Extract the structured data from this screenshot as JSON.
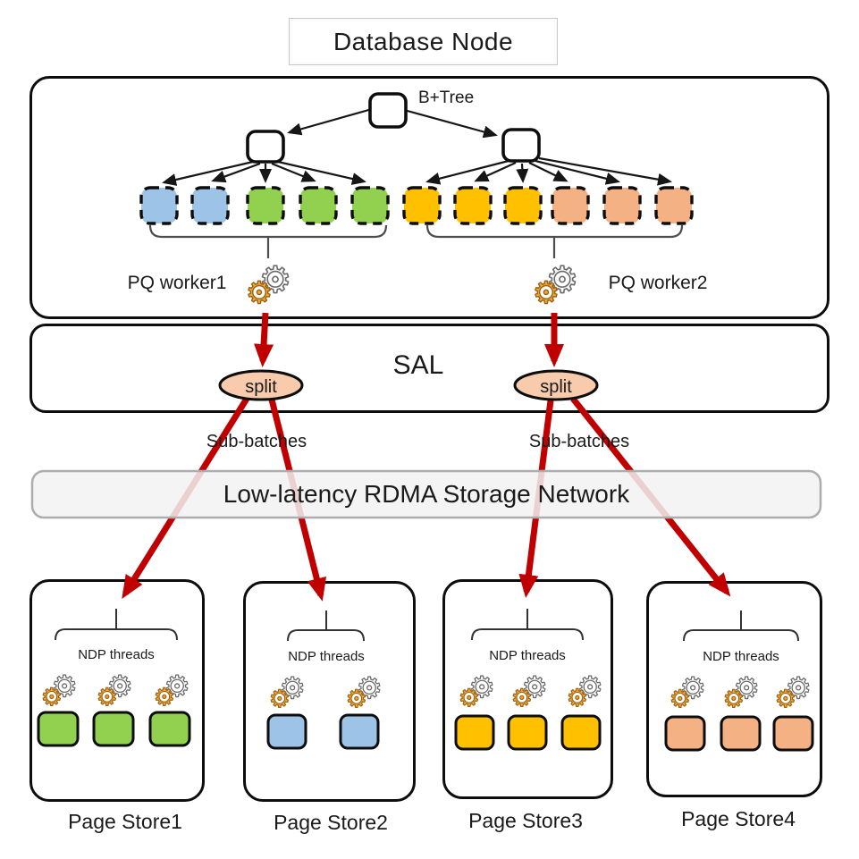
{
  "header": {
    "title": "Database Node"
  },
  "tree": {
    "label": "B+Tree",
    "leaf_colors": [
      "#9DC3E6",
      "#9DC3E6",
      "#92D050",
      "#92D050",
      "#92D050",
      "#FFC000",
      "#FFC000",
      "#FFC000",
      "#F4B183",
      "#F4B183",
      "#F4B183"
    ]
  },
  "workers": [
    {
      "label": "PQ worker1"
    },
    {
      "label": "PQ worker2"
    }
  ],
  "sal": {
    "label": "SAL",
    "split_label": "split"
  },
  "sub_batches": [
    {
      "label": "Sub-batches"
    },
    {
      "label": "Sub-batches"
    }
  ],
  "network": {
    "label": "Low-latency RDMA Storage Network"
  },
  "page_stores": [
    {
      "label": "Page Store1",
      "threads_label": "NDP threads",
      "thread_count": 3,
      "page_count": 3,
      "page_color": "#92D050"
    },
    {
      "label": "Page Store2",
      "threads_label": "NDP threads",
      "thread_count": 2,
      "page_count": 2,
      "page_color": "#9DC3E6"
    },
    {
      "label": "Page Store3",
      "threads_label": "NDP threads",
      "thread_count": 3,
      "page_count": 3,
      "page_color": "#FFC000"
    },
    {
      "label": "Page Store4",
      "threads_label": "NDP threads",
      "thread_count": 3,
      "page_count": 3,
      "page_color": "#F4B183"
    }
  ],
  "icons": {
    "gear": "⚙"
  },
  "colors": {
    "leaf_blue": "#9DC3E6",
    "leaf_green": "#92D050",
    "leaf_yellow": "#FFC000",
    "leaf_salmon": "#F4B183",
    "split_fill": "#F8CBAD",
    "arrow_red": "#C00000",
    "network_fill": "#F2F2F2",
    "gear_orange": "#F0A63C"
  }
}
